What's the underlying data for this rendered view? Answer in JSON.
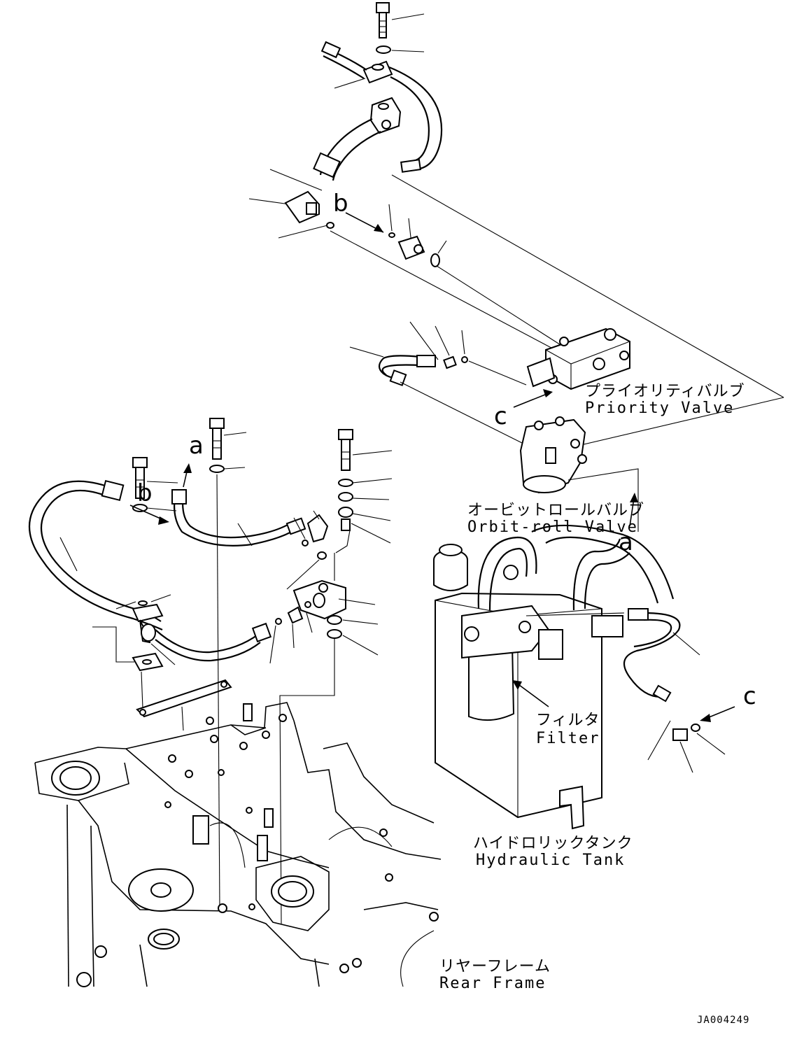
{
  "labels": {
    "priority_valve_jp": "プライオリティバルブ",
    "priority_valve_en": "Priority Valve",
    "orbit_roll_jp": "オービットロールバルブ",
    "orbit_roll_en": "Orbit-roll Valve",
    "filter_jp": "フィルタ",
    "filter_en": "Filter",
    "hydraulic_tank_jp": "ハイドロリックタンク",
    "hydraulic_tank_en": "Hydraulic Tank",
    "rear_frame_jp": "リヤーフレーム",
    "rear_frame_en": "Rear Frame"
  },
  "callouts": {
    "a_top": "a",
    "a_right": "a",
    "b_top": "b",
    "b_left": "b",
    "c_priority": "c",
    "c_right": "c"
  },
  "drawing_code": "JA004249"
}
